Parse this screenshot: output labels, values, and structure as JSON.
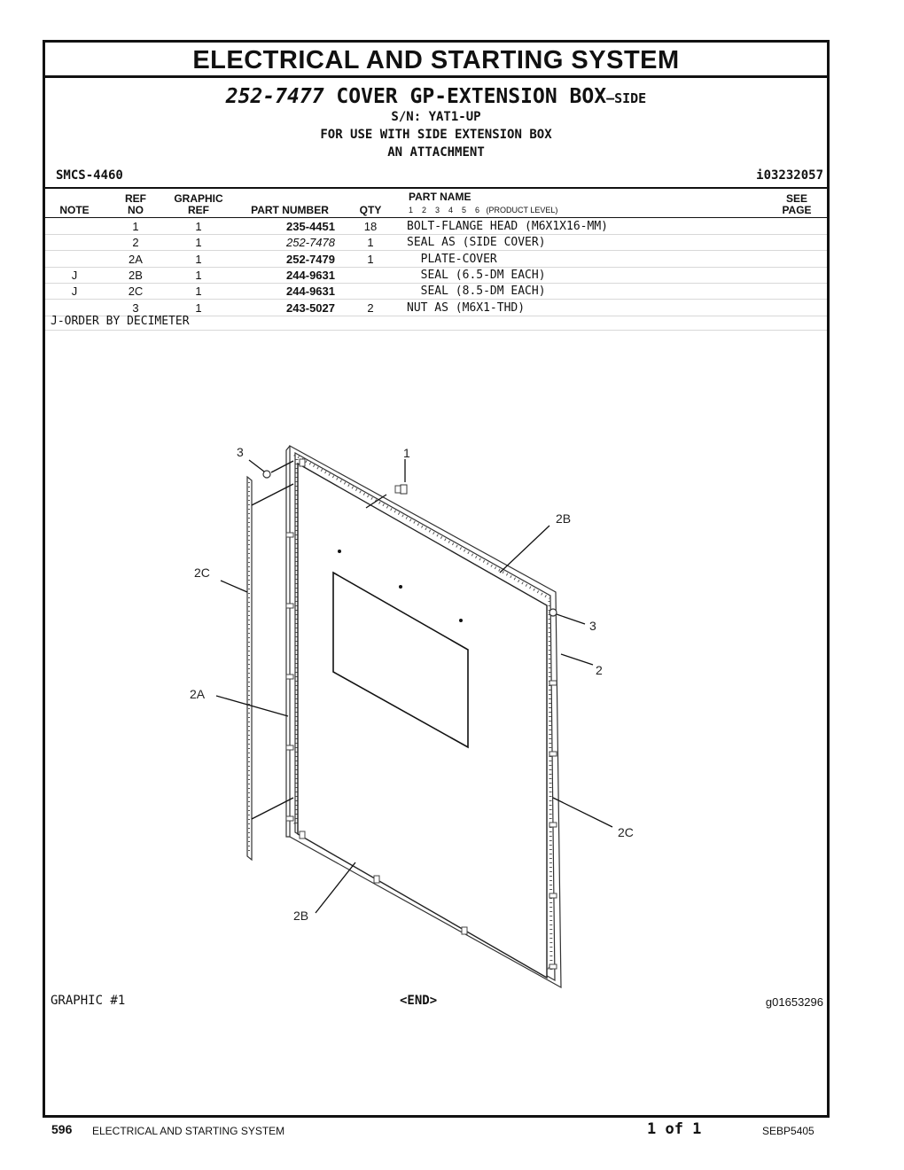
{
  "system_title": "ELECTRICAL AND STARTING SYSTEM",
  "group": {
    "number": "252-7477",
    "name": "COVER GP-EXTENSION BOX",
    "suffix": "–SIDE",
    "serial": "S/N: YAT1-UP",
    "usage_line1": "FOR USE WITH SIDE EXTENSION BOX",
    "usage_line2": "AN ATTACHMENT"
  },
  "smcs": "SMCS-4460",
  "info_id": "i03232057",
  "columns": {
    "note": "NOTE",
    "ref_no_1": "REF",
    "ref_no_2": "NO",
    "graphic_ref_1": "GRAPHIC",
    "graphic_ref_2": "REF",
    "part_number": "PART NUMBER",
    "qty": "QTY",
    "part_name": "PART NAME",
    "product_level": "1    2    3    4    5    6   (PRODUCT LEVEL)",
    "see_page_1": "SEE",
    "see_page_2": "PAGE"
  },
  "parts": [
    {
      "note": "",
      "ref": "1",
      "graphic_ref": "1",
      "part_number": "235-4451",
      "qty": "18",
      "name": "BOLT-FLANGE HEAD (M6X1X16-MM)",
      "italic": false
    },
    {
      "note": "",
      "ref": "2",
      "graphic_ref": "1",
      "part_number": "252-7478",
      "qty": "1",
      "name": "SEAL AS (SIDE COVER)",
      "italic": true
    },
    {
      "note": "",
      "ref": "2A",
      "graphic_ref": "1",
      "part_number": "252-7479",
      "qty": "1",
      "name": "  PLATE-COVER",
      "italic": false
    },
    {
      "note": "J",
      "ref": "2B",
      "graphic_ref": "1",
      "part_number": "244-9631",
      "qty": "",
      "name": "  SEAL (6.5-DM EACH)",
      "italic": false
    },
    {
      "note": "J",
      "ref": "2C",
      "graphic_ref": "1",
      "part_number": "244-9631",
      "qty": "",
      "name": "  SEAL (8.5-DM EACH)",
      "italic": false
    },
    {
      "note": "",
      "ref": "3",
      "graphic_ref": "1",
      "part_number": "243-5027",
      "qty": "2",
      "name": "NUT AS (M6X1-THD)",
      "italic": false
    }
  ],
  "footnote": "J-ORDER BY DECIMETER",
  "illustration": {
    "callouts": [
      "3",
      "1",
      "2B",
      "2C",
      "3",
      "2",
      "2A",
      "2C",
      "2B"
    ]
  },
  "graphic_label": "GRAPHIC #1",
  "end_label": "<END>",
  "graphic_id": "g01653296",
  "footer": {
    "page_number": "596",
    "system": "ELECTRICAL AND STARTING SYSTEM",
    "page_of": "1 of 1",
    "book": "SEBP5405"
  }
}
